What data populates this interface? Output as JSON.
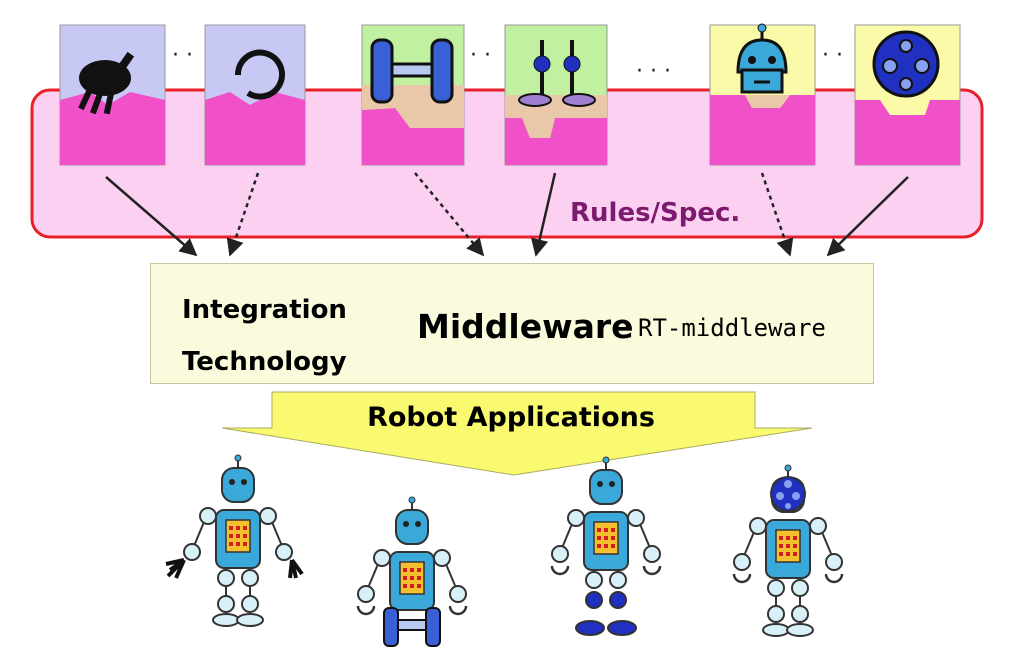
{
  "rules_label": "Rules/Spec.",
  "middleware": {
    "integration_line1": "Integration",
    "integration_line2": "Technology",
    "title": "Middleware",
    "subtitle": "RT-middleware"
  },
  "applications_label": "Robot Applications",
  "ellipsis": "…",
  "colors": {
    "module_hand_bg": "#c8c8f5",
    "module_base_bg": "#c0f0a0",
    "module_head_bg": "#fafaa8",
    "module_pink": "#f050c8",
    "rules_band_fill": "#fbd0f0",
    "rules_band_border": "#e8202a",
    "middleware_box": "#fafadc",
    "arrow_fill": "#fafa70",
    "robot_body": "#3aa8d8",
    "robot_joint": "#d8f0f8",
    "robot_dark_blue": "#2030c0"
  },
  "modules": [
    {
      "icon": "hand-icon",
      "group": "hand"
    },
    {
      "icon": "circle-gripper-icon",
      "group": "hand"
    },
    {
      "icon": "wheels-icon",
      "group": "base"
    },
    {
      "icon": "legs-icon",
      "group": "base"
    },
    {
      "icon": "robot-head-icon",
      "group": "head"
    },
    {
      "icon": "sensor-head-icon",
      "group": "head"
    }
  ],
  "robots": [
    {
      "icon": "robot-with-hands-icon"
    },
    {
      "icon": "robot-on-wheels-icon"
    },
    {
      "icon": "robot-with-legs-icon"
    },
    {
      "icon": "robot-sensor-head-icon"
    }
  ]
}
